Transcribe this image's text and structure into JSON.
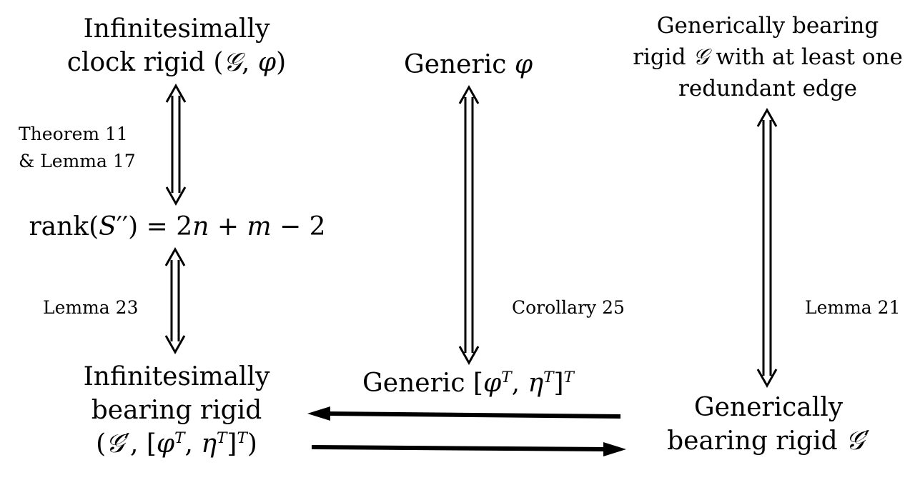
{
  "nodes": {
    "clock_rigid": {
      "line1": "Infinitesimally",
      "line2_text": "clock rigid (",
      "G": "𝒢",
      "sep": ", ",
      "phi": "φ",
      "close": ")"
    },
    "rank": {
      "prefix": "rank(",
      "S": "S",
      "suffix_1": "′′) = 2",
      "n": "n",
      "mid": " + ",
      "m": "m",
      "suffix_2": " − 2"
    },
    "bearing_rigid_framework": {
      "line1": "Infinitesimally",
      "line2": "bearing rigid",
      "line3_open": "(",
      "G": "𝒢",
      "prime": "′, [",
      "phi": "φ",
      "T1": "T",
      "comma": ", ",
      "eta": "η",
      "T2": "T",
      "close": "]",
      "T3": "T",
      "end": ")"
    },
    "generic_phi": {
      "text": "Generic ",
      "phi": "φ"
    },
    "generic_phi_eta": {
      "text": "Generic [",
      "phi": "φ",
      "T1": "T",
      "comma": ", ",
      "eta": "η",
      "T2": "T",
      "close": "]",
      "T3": "T"
    },
    "redundant_edge": {
      "line1": "Generically bearing",
      "line2_pre": "rigid ",
      "G": "𝒢",
      "line2_post": " with at least one",
      "line3": "redundant edge"
    },
    "generically_bearing_rigid": {
      "line1": "Generically",
      "line2_pre": "bearing rigid ",
      "G": "𝒢",
      "prime": "′"
    }
  },
  "labels": {
    "theorem": {
      "line1": "Theorem 11",
      "line2": "& Lemma 17"
    },
    "lemma23": "Lemma 23",
    "corollary25": "Corollary 25",
    "lemma21": "Lemma 21"
  }
}
